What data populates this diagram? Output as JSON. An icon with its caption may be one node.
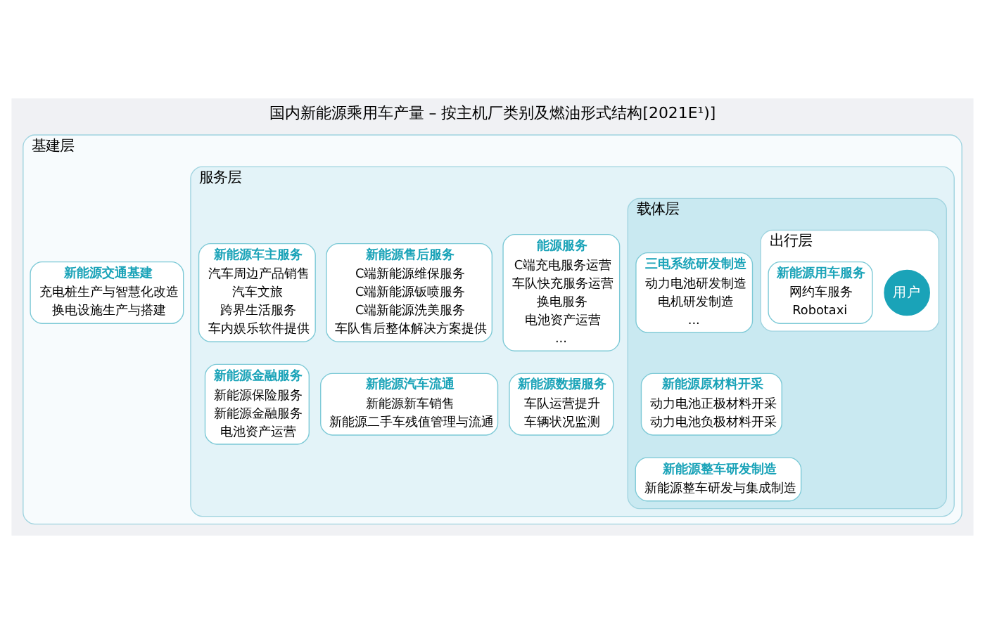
{
  "diagram": {
    "title": "国内新能源乘用车产量 – 按主机厂类别及燃油形式结构[2021E¹)]",
    "nodes": [
      {
        "text": [
          "基建层"
        ]
      },
      {
        "text": [
          "服务层"
        ],
        "in": 0
      },
      {
        "text": [
          "载体层"
        ],
        "in": 1
      },
      {
        "text": [
          "出行层"
        ],
        "in": 2
      },
      {
        "text": [
          "用户"
        ],
        "in": 3
      },
      {
        "text": [
          "新能源用车服务",
          "网约车服务",
          "Robotaxi"
        ],
        "in": 3
      },
      {
        "text": [
          "三电系统研发制造",
          "动力电池研发制造",
          "电机研发制造",
          "..."
        ],
        "in": 2
      },
      {
        "text": [
          "新能源原材料开采",
          "动力电池正极材料开采",
          "动力电池负极材料开采"
        ],
        "in": 2
      },
      {
        "text": [
          "新能源整车研发制造",
          "新能源整车研发与集成制造"
        ],
        "in": 2
      },
      {
        "text": [
          "能源服务",
          "C端充电服务运营",
          "车队快充服务运营",
          "换电服务",
          "电池资产运营",
          "..."
        ],
        "in": 1
      },
      {
        "text": [
          "新能源售后服务",
          "C端新能源维保服务",
          "C端新能源钣喷服务",
          "C端新能源洗美服务",
          "车队售后整体解决方案提供"
        ],
        "in": 1
      },
      {
        "text": [
          "新能源车主服务",
          "汽车周边产品销售",
          "汽车文旅",
          "跨界生活服务",
          "车内娱乐软件提供"
        ],
        "in": 1
      },
      {
        "text": [
          "新能源数据服务",
          "车队运营提升",
          "车辆状况监测"
        ],
        "in": 1
      },
      {
        "text": [
          "新能源汽车流通",
          "新能源新车销售",
          "新能源二手车残值管理与流通"
        ],
        "in": 1
      },
      {
        "text": [
          "新能源金融服务",
          "新能源保险服务",
          "新能源金融服务",
          "电池资产运营"
        ],
        "in": 1
      },
      {
        "text": [
          "新能源交通基建",
          "充电桩生产与智慧化改造",
          "换电设施生产与搭建"
        ],
        "in": 0
      }
    ]
  }
}
